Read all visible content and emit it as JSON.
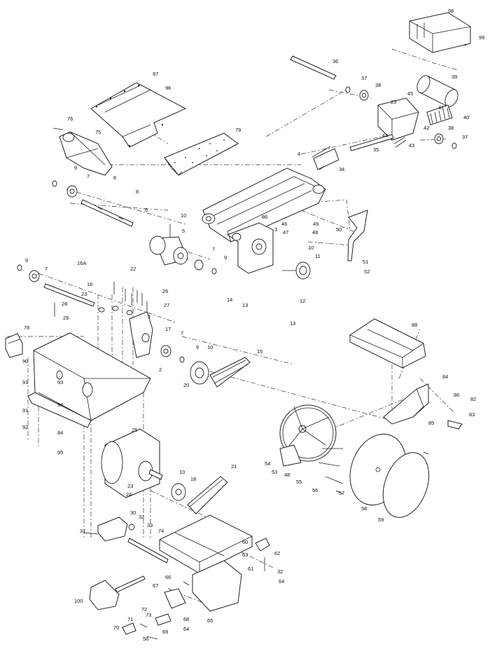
{
  "callouts": [
    {
      "id": "c98",
      "text": "98"
    },
    {
      "id": "c99",
      "text": "99"
    },
    {
      "id": "c36",
      "text": "36"
    },
    {
      "id": "c37a",
      "text": "37"
    },
    {
      "id": "c38a",
      "text": "38"
    },
    {
      "id": "c39",
      "text": "39"
    },
    {
      "id": "c45",
      "text": "45"
    },
    {
      "id": "c23a",
      "text": "23"
    },
    {
      "id": "c41",
      "text": "41"
    },
    {
      "id": "c40",
      "text": "40"
    },
    {
      "id": "c42",
      "text": "42"
    },
    {
      "id": "c38b",
      "text": "38"
    },
    {
      "id": "c37b",
      "text": "37"
    },
    {
      "id": "c44",
      "text": "44"
    },
    {
      "id": "c43",
      "text": "43"
    },
    {
      "id": "c35",
      "text": "35"
    },
    {
      "id": "c97",
      "text": "97"
    },
    {
      "id": "c96",
      "text": "96"
    },
    {
      "id": "c76a",
      "text": "76"
    },
    {
      "id": "c75",
      "text": "75"
    },
    {
      "id": "c79",
      "text": "79"
    },
    {
      "id": "c4",
      "text": "4"
    },
    {
      "id": "c34",
      "text": "34"
    },
    {
      "id": "c9a",
      "text": "9"
    },
    {
      "id": "c7a",
      "text": "7"
    },
    {
      "id": "c8a",
      "text": "8"
    },
    {
      "id": "c8b",
      "text": "8"
    },
    {
      "id": "c6",
      "text": "6"
    },
    {
      "id": "c10a",
      "text": "10"
    },
    {
      "id": "c5",
      "text": "5"
    },
    {
      "id": "c7b",
      "text": "7"
    },
    {
      "id": "c9b",
      "text": "9"
    },
    {
      "id": "c86a",
      "text": "86"
    },
    {
      "id": "c3",
      "text": "3"
    },
    {
      "id": "c46",
      "text": "46"
    },
    {
      "id": "c49",
      "text": "49"
    },
    {
      "id": "c47",
      "text": "47"
    },
    {
      "id": "c48a",
      "text": "48"
    },
    {
      "id": "c50",
      "text": "50"
    },
    {
      "id": "c10b",
      "text": "10"
    },
    {
      "id": "c11",
      "text": "11"
    },
    {
      "id": "c51",
      "text": "51"
    },
    {
      "id": "c52",
      "text": "52"
    },
    {
      "id": "c9c",
      "text": "9"
    },
    {
      "id": "c7c",
      "text": "7"
    },
    {
      "id": "c16a",
      "text": "16A"
    },
    {
      "id": "c16",
      "text": "16"
    },
    {
      "id": "c22",
      "text": "22"
    },
    {
      "id": "c14",
      "text": "14"
    },
    {
      "id": "c13a",
      "text": "13"
    },
    {
      "id": "c12",
      "text": "12"
    },
    {
      "id": "c13b",
      "text": "13"
    },
    {
      "id": "c23b",
      "text": "23"
    },
    {
      "id": "c26",
      "text": "26"
    },
    {
      "id": "c27",
      "text": "27"
    },
    {
      "id": "c28",
      "text": "28"
    },
    {
      "id": "c29",
      "text": "29"
    },
    {
      "id": "c17",
      "text": "17"
    },
    {
      "id": "c7d",
      "text": "7"
    },
    {
      "id": "c78",
      "text": "78"
    },
    {
      "id": "c9d",
      "text": "9"
    },
    {
      "id": "c10c",
      "text": "10"
    },
    {
      "id": "c15",
      "text": "15"
    },
    {
      "id": "c2",
      "text": "2"
    },
    {
      "id": "c20",
      "text": "20"
    },
    {
      "id": "c90",
      "text": "90"
    },
    {
      "id": "c93",
      "text": "93"
    },
    {
      "id": "c91a",
      "text": "91"
    },
    {
      "id": "c94",
      "text": "94"
    },
    {
      "id": "c91b",
      "text": "91"
    },
    {
      "id": "c92",
      "text": "92"
    },
    {
      "id": "c84a",
      "text": "84"
    },
    {
      "id": "c95",
      "text": "95"
    },
    {
      "id": "c88",
      "text": "88"
    },
    {
      "id": "c84b",
      "text": "84"
    },
    {
      "id": "c86b",
      "text": "86"
    },
    {
      "id": "c82",
      "text": "82"
    },
    {
      "id": "c83",
      "text": "83"
    },
    {
      "id": "c85",
      "text": "85"
    },
    {
      "id": "c25",
      "text": "25"
    },
    {
      "id": "c54",
      "text": "54"
    },
    {
      "id": "c53",
      "text": "53"
    },
    {
      "id": "c48b",
      "text": "48"
    },
    {
      "id": "c55",
      "text": "55"
    },
    {
      "id": "c56a",
      "text": "56"
    },
    {
      "id": "c57",
      "text": "57"
    },
    {
      "id": "c58",
      "text": "58"
    },
    {
      "id": "c59",
      "text": "59"
    },
    {
      "id": "c21",
      "text": "21"
    },
    {
      "id": "c10d",
      "text": "10"
    },
    {
      "id": "c18",
      "text": "18"
    },
    {
      "id": "c23c",
      "text": "23"
    },
    {
      "id": "c24",
      "text": "24"
    },
    {
      "id": "c30",
      "text": "30"
    },
    {
      "id": "c32a",
      "text": "32"
    },
    {
      "id": "c31",
      "text": "31"
    },
    {
      "id": "c33",
      "text": "33"
    },
    {
      "id": "c74",
      "text": "74"
    },
    {
      "id": "c60",
      "text": "60"
    },
    {
      "id": "c62",
      "text": "62"
    },
    {
      "id": "c63",
      "text": "63"
    },
    {
      "id": "c32b",
      "text": "32"
    },
    {
      "id": "c64a",
      "text": "64"
    },
    {
      "id": "c61",
      "text": "61"
    },
    {
      "id": "c66",
      "text": "66"
    },
    {
      "id": "c67",
      "text": "67"
    },
    {
      "id": "c100",
      "text": "100"
    },
    {
      "id": "c72",
      "text": "72"
    },
    {
      "id": "c73",
      "text": "73"
    },
    {
      "id": "c71",
      "text": "71"
    },
    {
      "id": "c68",
      "text": "68"
    },
    {
      "id": "c65",
      "text": "65"
    },
    {
      "id": "c70",
      "text": "70"
    },
    {
      "id": "c69",
      "text": "69"
    },
    {
      "id": "c64b",
      "text": "64"
    },
    {
      "id": "c56b",
      "text": "56"
    }
  ]
}
